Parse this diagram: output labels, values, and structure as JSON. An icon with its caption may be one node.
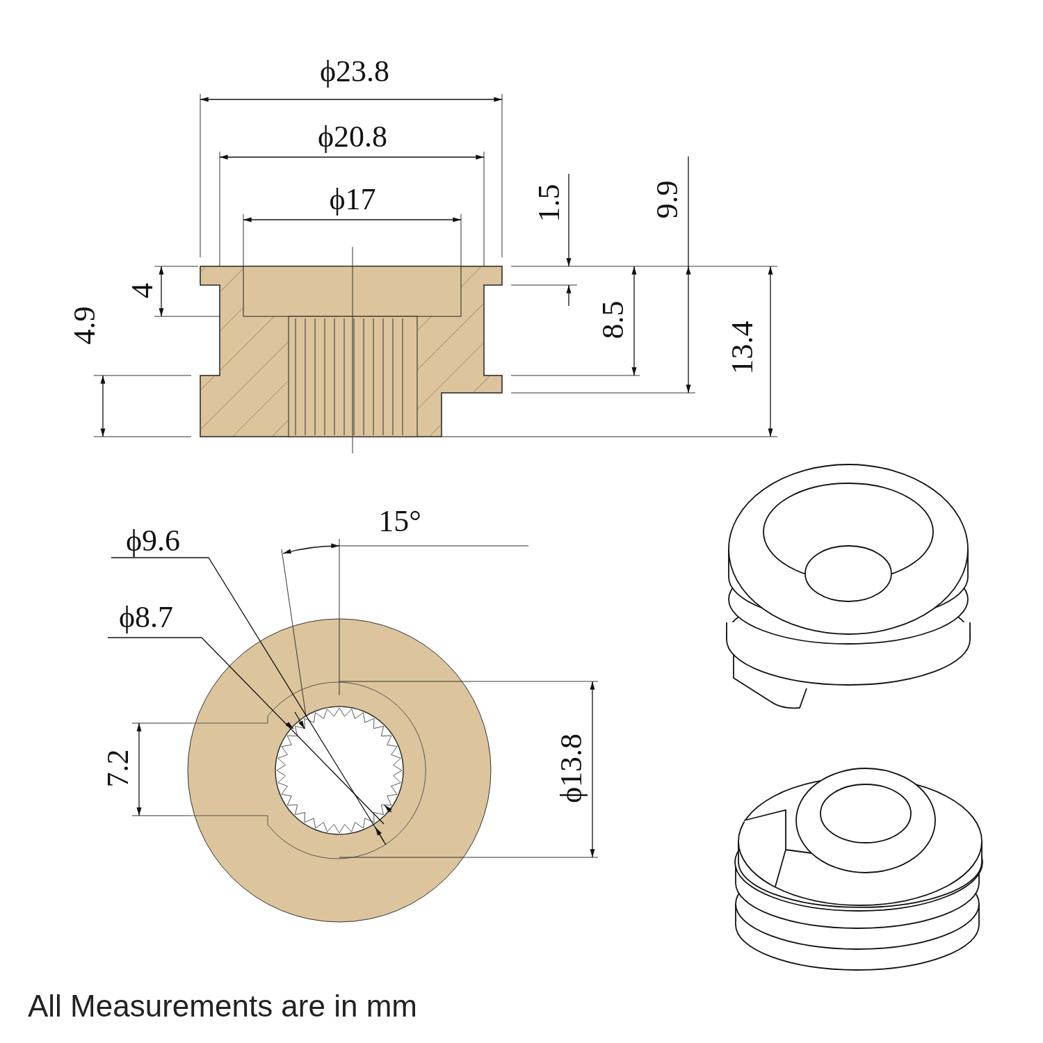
{
  "diagram": {
    "caption": "All Measurements are in mm",
    "labels": [
      "ϕ23.8",
      "ϕ20.8",
      "ϕ17",
      "1.5",
      "9.9",
      "4",
      "8.5",
      "4.9",
      "13.4",
      "15°",
      "ϕ9.6",
      "ϕ8.7",
      "7.2",
      "ϕ13.8"
    ]
  }
}
